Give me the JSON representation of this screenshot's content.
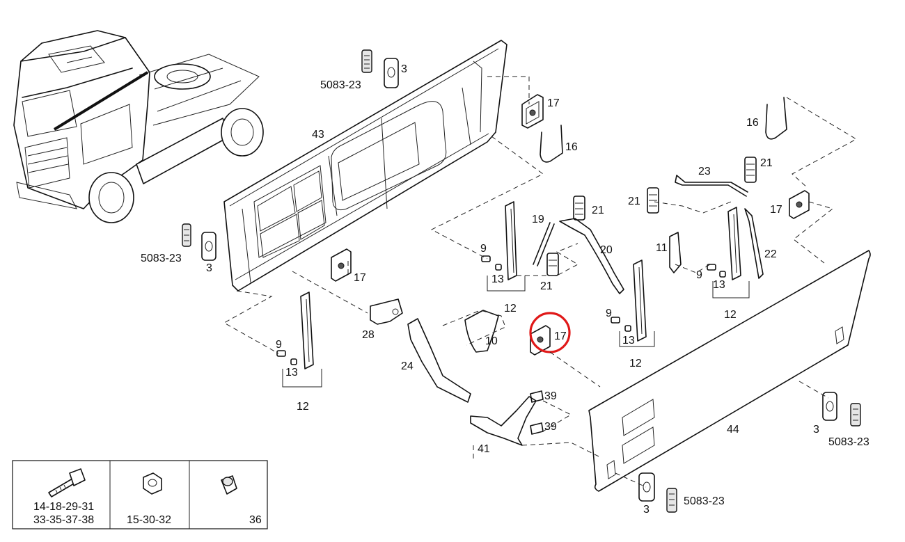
{
  "labels": {
    "l_5083_23_a": "5083-23",
    "l_3_a": "3",
    "l_43": "43",
    "l_17_a": "17",
    "l_16_a": "16",
    "l_16_b": "16",
    "l_21_a": "21",
    "l_23": "23",
    "l_21_b": "21",
    "l_21_c": "21",
    "l_17_b": "17",
    "l_19": "19",
    "l_20": "20",
    "l_11": "11",
    "l_22": "22",
    "l_9_a": "9",
    "l_13_a": "13",
    "l_21_d": "21",
    "l_12_a": "12",
    "l_9_b": "9",
    "l_13_b": "13",
    "l_12_b": "12",
    "l_5083_23_b": "5083-23",
    "l_3_b": "3",
    "l_17_c": "17",
    "l_28": "28",
    "l_10": "10",
    "l_17_d": "17",
    "l_9_c": "9",
    "l_13_c": "13",
    "l_12_c": "12",
    "l_9_d": "9",
    "l_13_d": "13",
    "l_12_d": "12",
    "l_24": "24",
    "l_39_a": "39",
    "l_39_b": "39",
    "l_41": "41",
    "l_44": "44",
    "l_3_c": "3",
    "l_5083_23_c": "5083-23",
    "l_3_d": "3",
    "l_5083_23_d": "5083-23"
  },
  "legend": {
    "bolt_codes_line1": "14-18-29-31",
    "bolt_codes_line2": "33-35-37-38",
    "nut_codes": "15-30-32",
    "spacer_code": "36"
  },
  "highlight_color": "#e01818"
}
